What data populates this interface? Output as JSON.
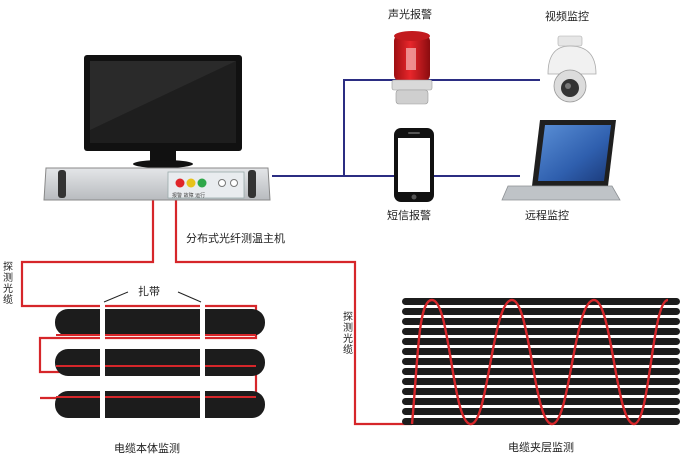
{
  "labels": {
    "alarm": "声光报警",
    "video": "视频监控",
    "sms": "短信报警",
    "remote": "远程监控",
    "host": "分布式光纤测温主机",
    "probe_left": "探测光缆",
    "probe_right": "探测光缆",
    "strap": "扎带",
    "cable_body": "电缆本体监测",
    "cable_interlayer": "电缆夹层监测"
  },
  "panel_caption": "报警 故障 运行",
  "colors": {
    "fiber": "#d6262a",
    "link": "#2b2d82",
    "cable": "#1c1c1c",
    "chassis": "#c9ccd0"
  },
  "icons": [
    "monitor-icon",
    "host-chassis-icon",
    "alarm-light-icon",
    "dome-camera-icon",
    "phone-icon",
    "laptop-icon"
  ]
}
